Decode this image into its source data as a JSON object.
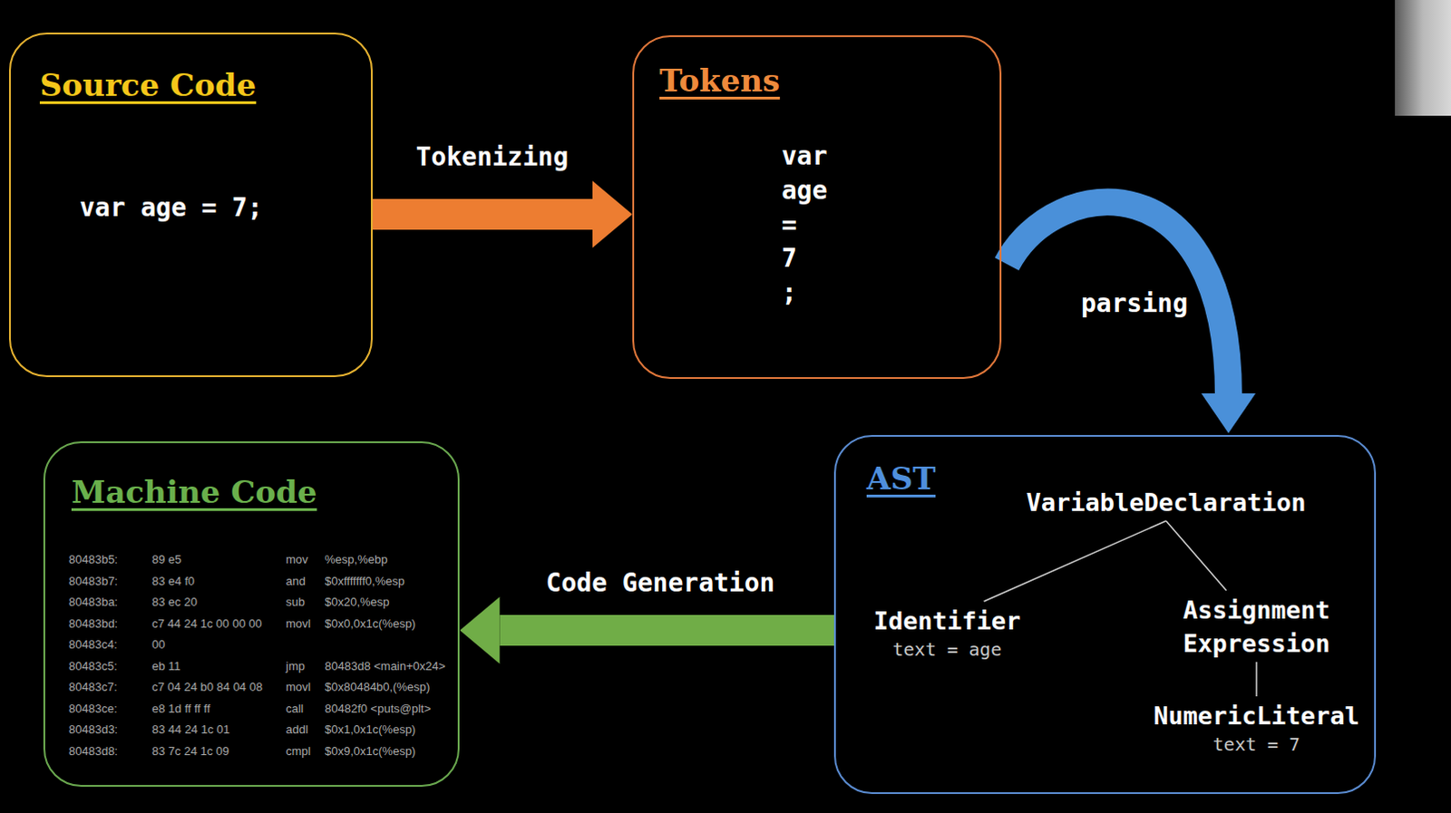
{
  "diagram": {
    "nodes": [
      {
        "text": [
          "Source Code",
          "var age = 7;"
        ]
      },
      {
        "text": [
          "Tokens",
          "var",
          "age",
          "=",
          "7",
          ";"
        ]
      },
      {
        "text": [
          "Machine Code"
        ]
      },
      {
        "text": [
          "AST"
        ]
      },
      {
        "text": [
          "VariableDeclaration"
        ],
        "in": 3
      },
      {
        "text": [
          "Identifier",
          "text = age"
        ],
        "in": 3
      },
      {
        "text": [
          "Assignment Expression"
        ],
        "in": 3
      },
      {
        "text": [
          "NumericLiteral",
          "text = 7"
        ],
        "in": 3
      }
    ],
    "edges": [
      {
        "from": 0,
        "to": 1,
        "label": "Tokenizing",
        "arrow": "to"
      },
      {
        "from": 1,
        "to": 3,
        "label": "parsing",
        "arrow": "to"
      },
      {
        "from": 3,
        "to": 2,
        "label": "Code Generation",
        "arrow": "to"
      },
      {
        "from": 4,
        "to": 5,
        "arrow": "none"
      },
      {
        "from": 4,
        "to": 6,
        "arrow": "none"
      },
      {
        "from": 6,
        "to": 7,
        "arrow": "none"
      }
    ],
    "labels": [
      "80483b5:",
      "89 e5",
      "mov",
      "%esp,%ebp",
      "80483b7:",
      "83 e4 f0",
      "and",
      "$0xfffffff0,%esp",
      "80483ba:",
      "83 ec 20",
      "sub",
      "$0x20,%esp",
      "80483bd:",
      "c7 44 24 1c 00 00 00",
      "movl",
      "$0x0,0x1c(%esp)",
      "80483c4:",
      "00",
      "80483c5:",
      "eb 11",
      "jmp",
      "80483d8 <main+0x24>",
      "80483c7:",
      "c7 04 24 b0 84 04 08",
      "movl",
      "$0x80484b0,(%esp)",
      "80483ce:",
      "e8 1d ff ff ff",
      "call",
      "80482f0 <puts@plt>",
      "80483d3:",
      "83 44 24 1c 01",
      "addl",
      "$0x1,0x1c(%esp)",
      "80483d8:",
      "83 7c 24 1c 09",
      "cmpl",
      "$0x9,0x1c(%esp)"
    ]
  }
}
